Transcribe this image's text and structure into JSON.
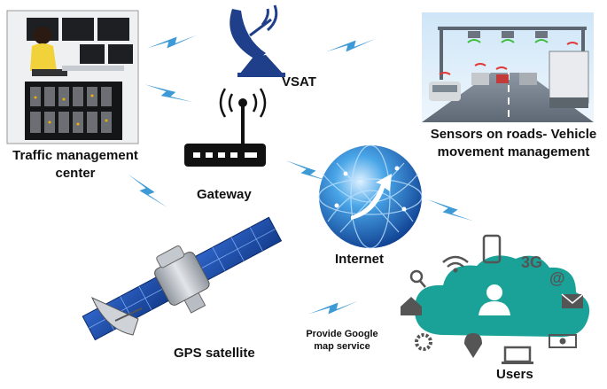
{
  "nodes": {
    "traffic_center": {
      "line1": "Traffic management",
      "line2": "center"
    },
    "vsat": {
      "label": "VSAT"
    },
    "sensors": {
      "line1": "Sensors on roads- Vehicle",
      "line2": "movement management"
    },
    "gateway": {
      "label": "Gateway"
    },
    "internet": {
      "label": "Internet"
    },
    "gps": {
      "label": "GPS satellite"
    },
    "service": {
      "line1": "Provide Google",
      "line2": "map service"
    },
    "users": {
      "label": "Users",
      "badge_3g": "3G",
      "badge_at": "@"
    }
  },
  "colors": {
    "bolt": "#3d9ad6",
    "teal": "#1aa198",
    "navy": "#1f3f8a",
    "icon_gray": "#555555"
  }
}
